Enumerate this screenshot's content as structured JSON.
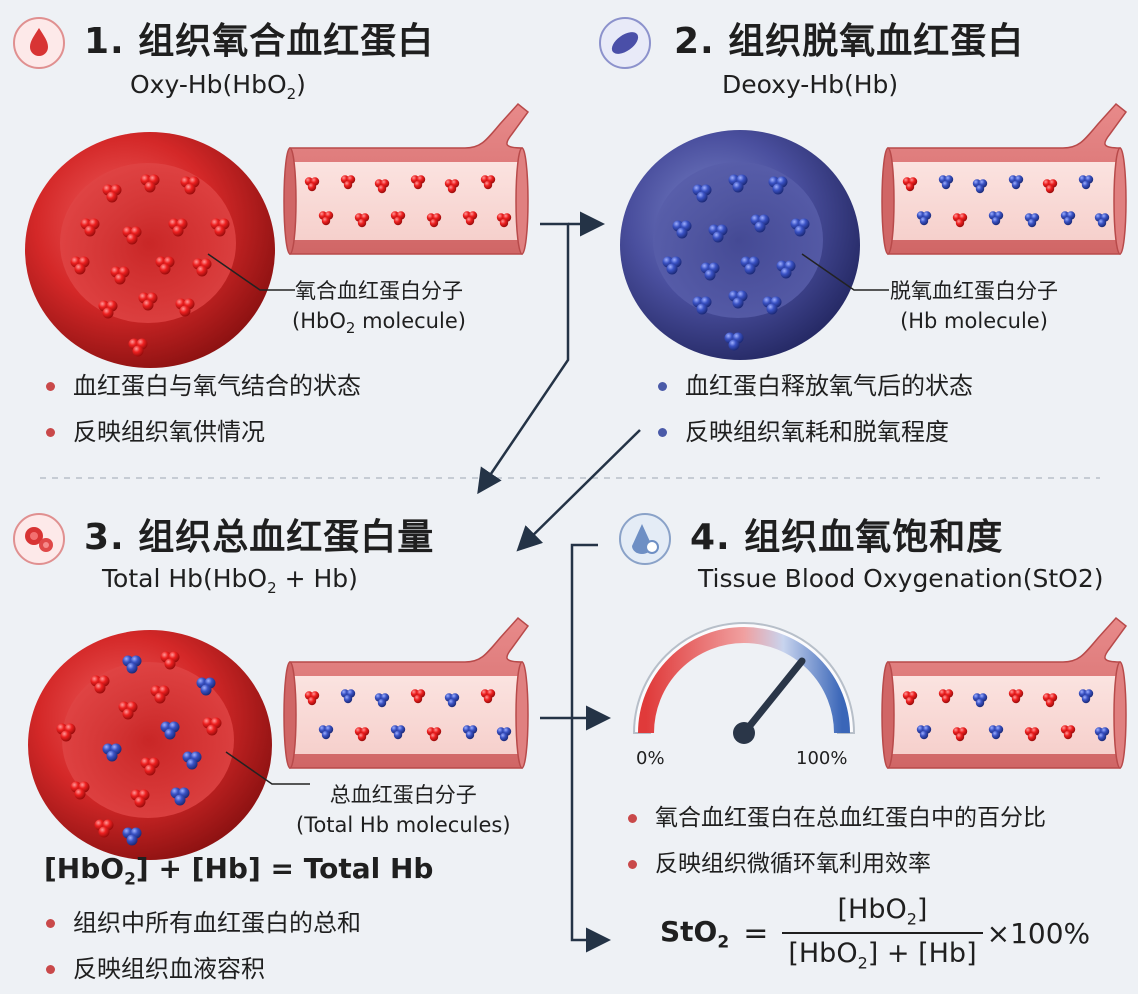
{
  "colors": {
    "oxy": "#e02222",
    "deoxy": "#3a4fb0",
    "oxy_dot": "#c9494a",
    "deoxy_dot": "#4a5aa8",
    "arrow": "#243346"
  },
  "sections": [
    {
      "number": "1.",
      "title": "组织氧合血红蛋白",
      "subtitle_main": "Oxy-Hb(HbO",
      "subtitle_sub": "2",
      "subtitle_end": ")",
      "icon": "blood-drop-icon",
      "callout_cn": "氧合血红蛋白分子",
      "callout_en_main": "(HbO",
      "callout_en_sub": "2",
      "callout_en_end": " molecule)",
      "bullets": [
        "血红蛋白与氧气结合的状态",
        "反映组织氧供情况"
      ]
    },
    {
      "number": "2.",
      "title": "组织脱氧血红蛋白",
      "subtitle": "Deoxy-Hb(Hb)",
      "icon": "red-blood-cell-icon",
      "callout_cn": "脱氧血红蛋白分子",
      "callout_en": "(Hb molecule)",
      "bullets": [
        "血红蛋白释放氧气后的状态",
        "反映组织氧耗和脱氧程度"
      ]
    },
    {
      "number": "3.",
      "title": "组织总血红蛋白量",
      "subtitle_main": "Total Hb(HbO",
      "subtitle_sub": "2",
      "subtitle_end": " + Hb)",
      "icon": "blood-cells-icon",
      "callout_cn": "总血红蛋白分子",
      "callout_en": "(Total Hb molecules)",
      "formula_a": "[HbO",
      "formula_sub": "2",
      "formula_b": "] + [Hb] = Total Hb",
      "bullets": [
        "组织中所有血红蛋白的总和",
        "反映组织血液容积"
      ]
    },
    {
      "number": "4.",
      "title": "组织血氧饱和度",
      "subtitle": "Tissue Blood Oxygenation(StO2)",
      "icon": "oxygen-drop-icon",
      "gauge_min": "0%",
      "gauge_max": "100%",
      "bullets": [
        "氧合血红蛋白在总血红蛋白中的百分比",
        "反映组织微循环氧利用效率"
      ],
      "formula_lhs_main": "StO",
      "formula_lhs_sub": "2",
      "formula_num_a": "[HbO",
      "formula_num_sub": "2",
      "formula_num_b": "]",
      "formula_den_a": "[HbO",
      "formula_den_sub": "2",
      "formula_den_b": "] + [Hb]",
      "formula_mult": "×100%"
    }
  ]
}
